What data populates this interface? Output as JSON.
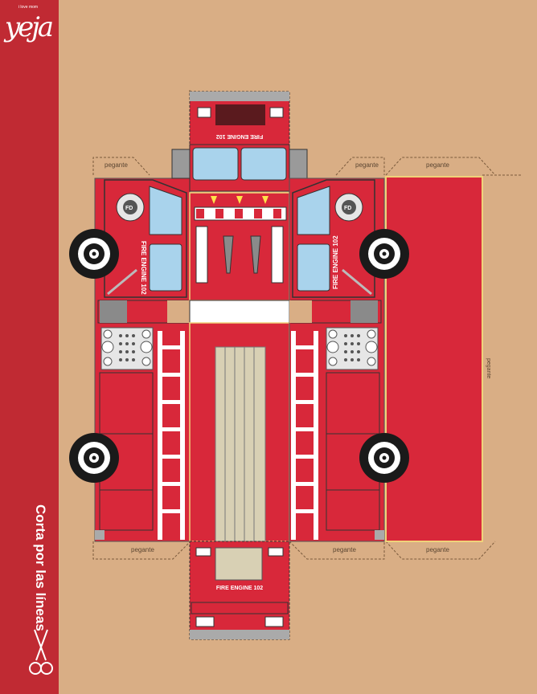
{
  "brand": {
    "tagline": "i love mom",
    "logo": "yeja"
  },
  "sidebar": {
    "instruction": "Corta por las líneas",
    "icon": "scissors-icon"
  },
  "template": {
    "glue_labels": [
      "pegante",
      "pegante",
      "pegante",
      "pegante",
      "pegante",
      "pegante",
      "pegante"
    ],
    "vehicle_text": "FIRE ENGINE 102",
    "door_badge": "FD"
  },
  "colors": {
    "truck_red": "#d8283a",
    "sidebar_red": "#c02a33",
    "kraft": "#d9ae85",
    "window_blue": "#a9d3ec",
    "hose": "#d8d0b4"
  }
}
